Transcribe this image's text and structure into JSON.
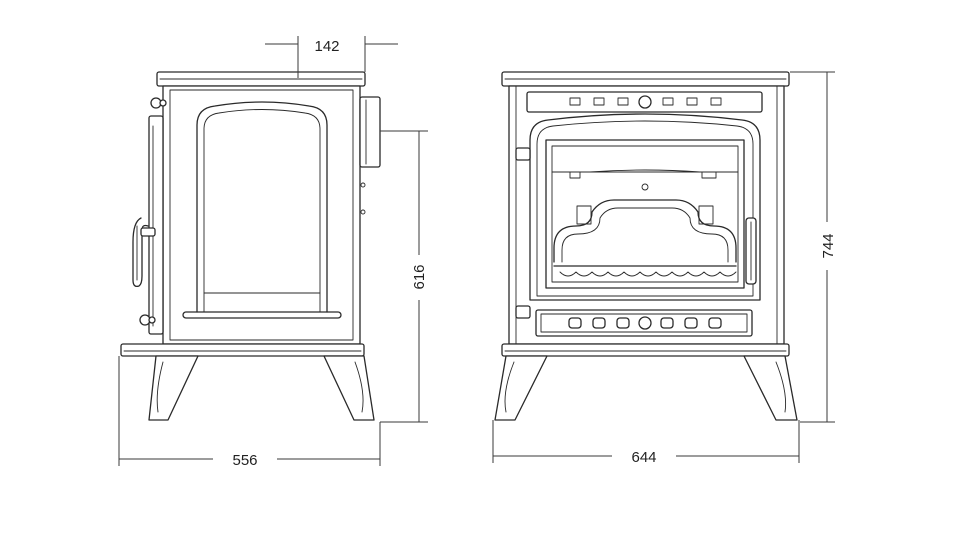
{
  "dimensions": {
    "side_depth": "556",
    "flue_offset": "142",
    "flue_height": "616",
    "front_width": "644",
    "total_height": "744"
  }
}
